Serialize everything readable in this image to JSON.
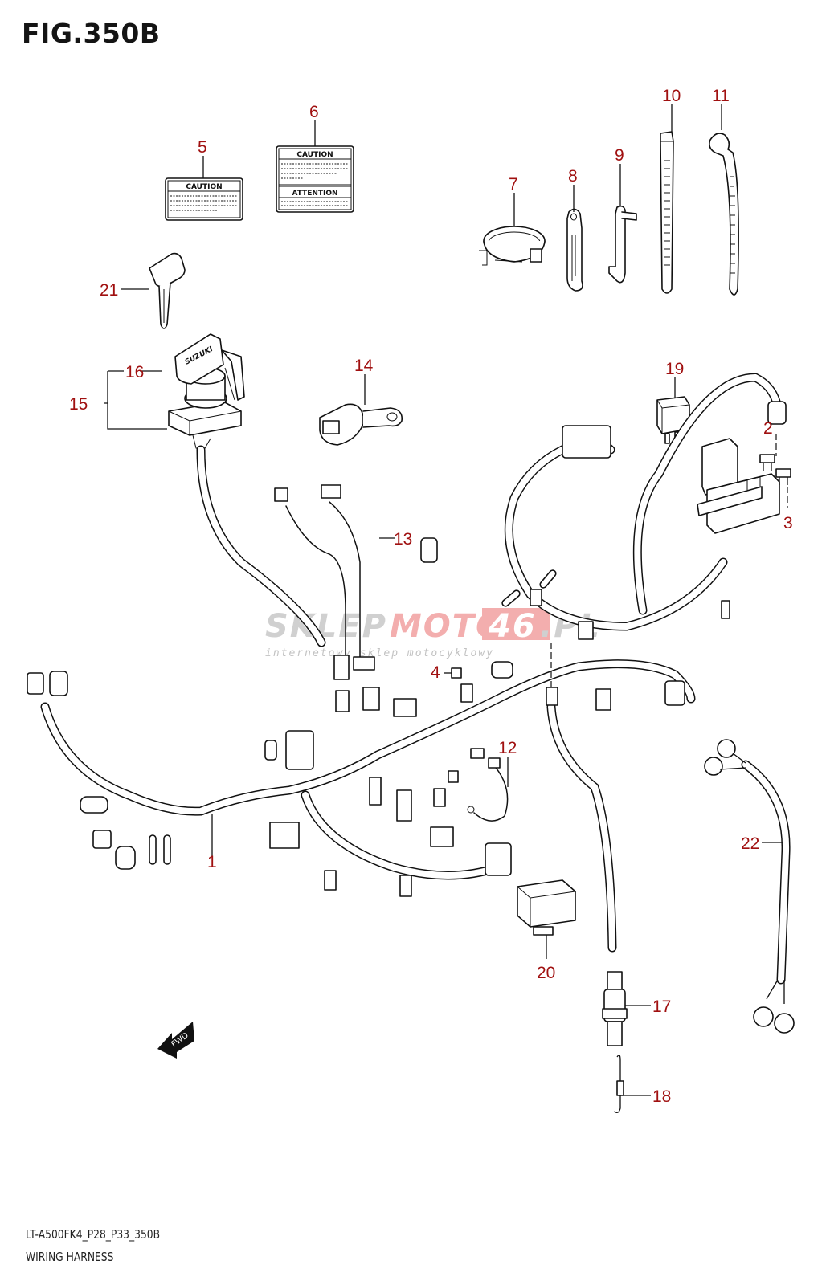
{
  "figure": {
    "title": "FIG.350B",
    "model_code": "LT-A500FK4_P28_P33_350B",
    "section_name": "WIRING HARNESS"
  },
  "labels": {
    "caution": "CAUTION",
    "attention": "ATTENTION",
    "key_brand": "SUZUKI",
    "fwd": "FWD"
  },
  "watermark": {
    "part1": "SKLEP",
    "part2": "MOTO",
    "part3": "46",
    "part4": ".PL",
    "tagline": "internetowy sklep motocyklowy"
  },
  "colors": {
    "callout": "#a01010",
    "line_art": "#111111",
    "watermark_gray": "#c8c8c8",
    "watermark_red": "#f2a0a0"
  },
  "callouts": [
    {
      "id": "1",
      "part": "wiring-harness"
    },
    {
      "id": "2",
      "part": "fuse"
    },
    {
      "id": "3",
      "part": "fuse"
    },
    {
      "id": "4",
      "part": "connector"
    },
    {
      "id": "5",
      "part": "caution-label"
    },
    {
      "id": "6",
      "part": "caution-attention-label"
    },
    {
      "id": "7",
      "part": "hose-clamp"
    },
    {
      "id": "8",
      "part": "wire-clamp"
    },
    {
      "id": "9",
      "part": "wire-clamp"
    },
    {
      "id": "10",
      "part": "cable-tie"
    },
    {
      "id": "11",
      "part": "cable-tie"
    },
    {
      "id": "12",
      "part": "ground-lead"
    },
    {
      "id": "13",
      "part": "sub-harness"
    },
    {
      "id": "14",
      "part": "sensor"
    },
    {
      "id": "15",
      "part": "ignition-switch-assy"
    },
    {
      "id": "16",
      "part": "key-set"
    },
    {
      "id": "17",
      "part": "sensor"
    },
    {
      "id": "18",
      "part": "spring"
    },
    {
      "id": "19",
      "part": "relay"
    },
    {
      "id": "20",
      "part": "relay"
    },
    {
      "id": "21",
      "part": "key-blank"
    },
    {
      "id": "22",
      "part": "lead-wire"
    }
  ]
}
